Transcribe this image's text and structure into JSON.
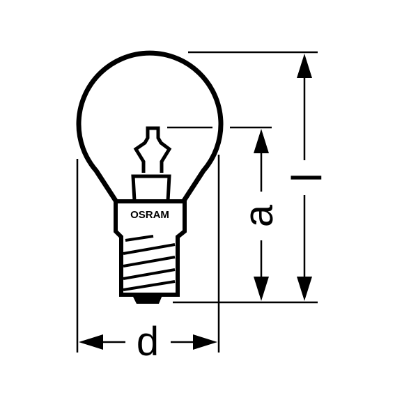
{
  "diagram": {
    "brand_label": "OSRAM",
    "dimensions": {
      "length_label": "l",
      "light_center_label": "a",
      "diameter_label": "d"
    },
    "colors": {
      "line": "#000000",
      "background": "#ffffff"
    }
  }
}
